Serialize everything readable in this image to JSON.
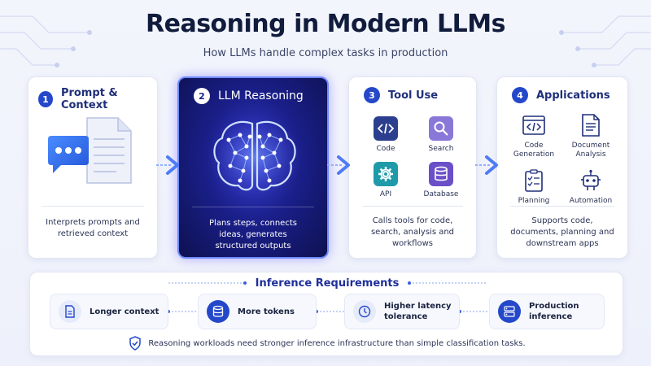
{
  "header": {
    "title": "Reasoning in Modern LLMs",
    "subtitle": "How LLMs handle complex tasks in production"
  },
  "steps": [
    {
      "number": "1",
      "title": "Prompt & Context",
      "description": "Interprets prompts and retrieved context",
      "icons": [
        "chat-bubble-icon",
        "document-icon"
      ]
    },
    {
      "number": "2",
      "title": "LLM Reasoning",
      "description": "Plans steps, connects ideas, generates structured outputs",
      "icons": [
        "brain-network-icon"
      ]
    },
    {
      "number": "3",
      "title": "Tool Use",
      "description": "Calls tools for code, search, analysis and workflows",
      "tools": [
        {
          "label": "Code",
          "icon": "code-icon",
          "color": "#2c3f8f"
        },
        {
          "label": "Search",
          "icon": "search-icon",
          "color": "#8a78d8"
        },
        {
          "label": "API",
          "icon": "gear-icon",
          "color": "#1f9aa8"
        },
        {
          "label": "Database",
          "icon": "database-icon",
          "color": "#6a4fc8"
        }
      ]
    },
    {
      "number": "4",
      "title": "Applications",
      "description": "Supports code, documents, planning and downstream apps",
      "apps": [
        {
          "label": "Code Generation",
          "line1": "Code",
          "line2": "Generation",
          "icon": "code-window-icon"
        },
        {
          "label": "Document Analysis",
          "line1": "Document",
          "line2": "Analysis",
          "icon": "document-lines-icon"
        },
        {
          "label": "Planning",
          "line1": "Planning",
          "line2": "",
          "icon": "checklist-icon"
        },
        {
          "label": "Automation",
          "line1": "Automation",
          "line2": "",
          "icon": "robot-icon"
        }
      ]
    }
  ],
  "inference": {
    "title": "Inference Requirements",
    "items": [
      {
        "line1": "Longer context",
        "line2": "",
        "icon": "document-icon"
      },
      {
        "line1": "More tokens",
        "line2": "",
        "icon": "database-icon"
      },
      {
        "line1": "Higher latency",
        "line2": "tolerance",
        "icon": "clock-icon"
      },
      {
        "line1": "Production",
        "line2": "inference",
        "icon": "server-icon"
      }
    ],
    "footer": "Reasoning workloads need stronger inference infrastructure than simple classification tasks.",
    "footer_icon": "shield-check-icon"
  },
  "colors": {
    "accent": "#2448c9",
    "title": "#111c3d",
    "reasoning_card": "#1a1f8a",
    "glow": "#6e8bff"
  }
}
